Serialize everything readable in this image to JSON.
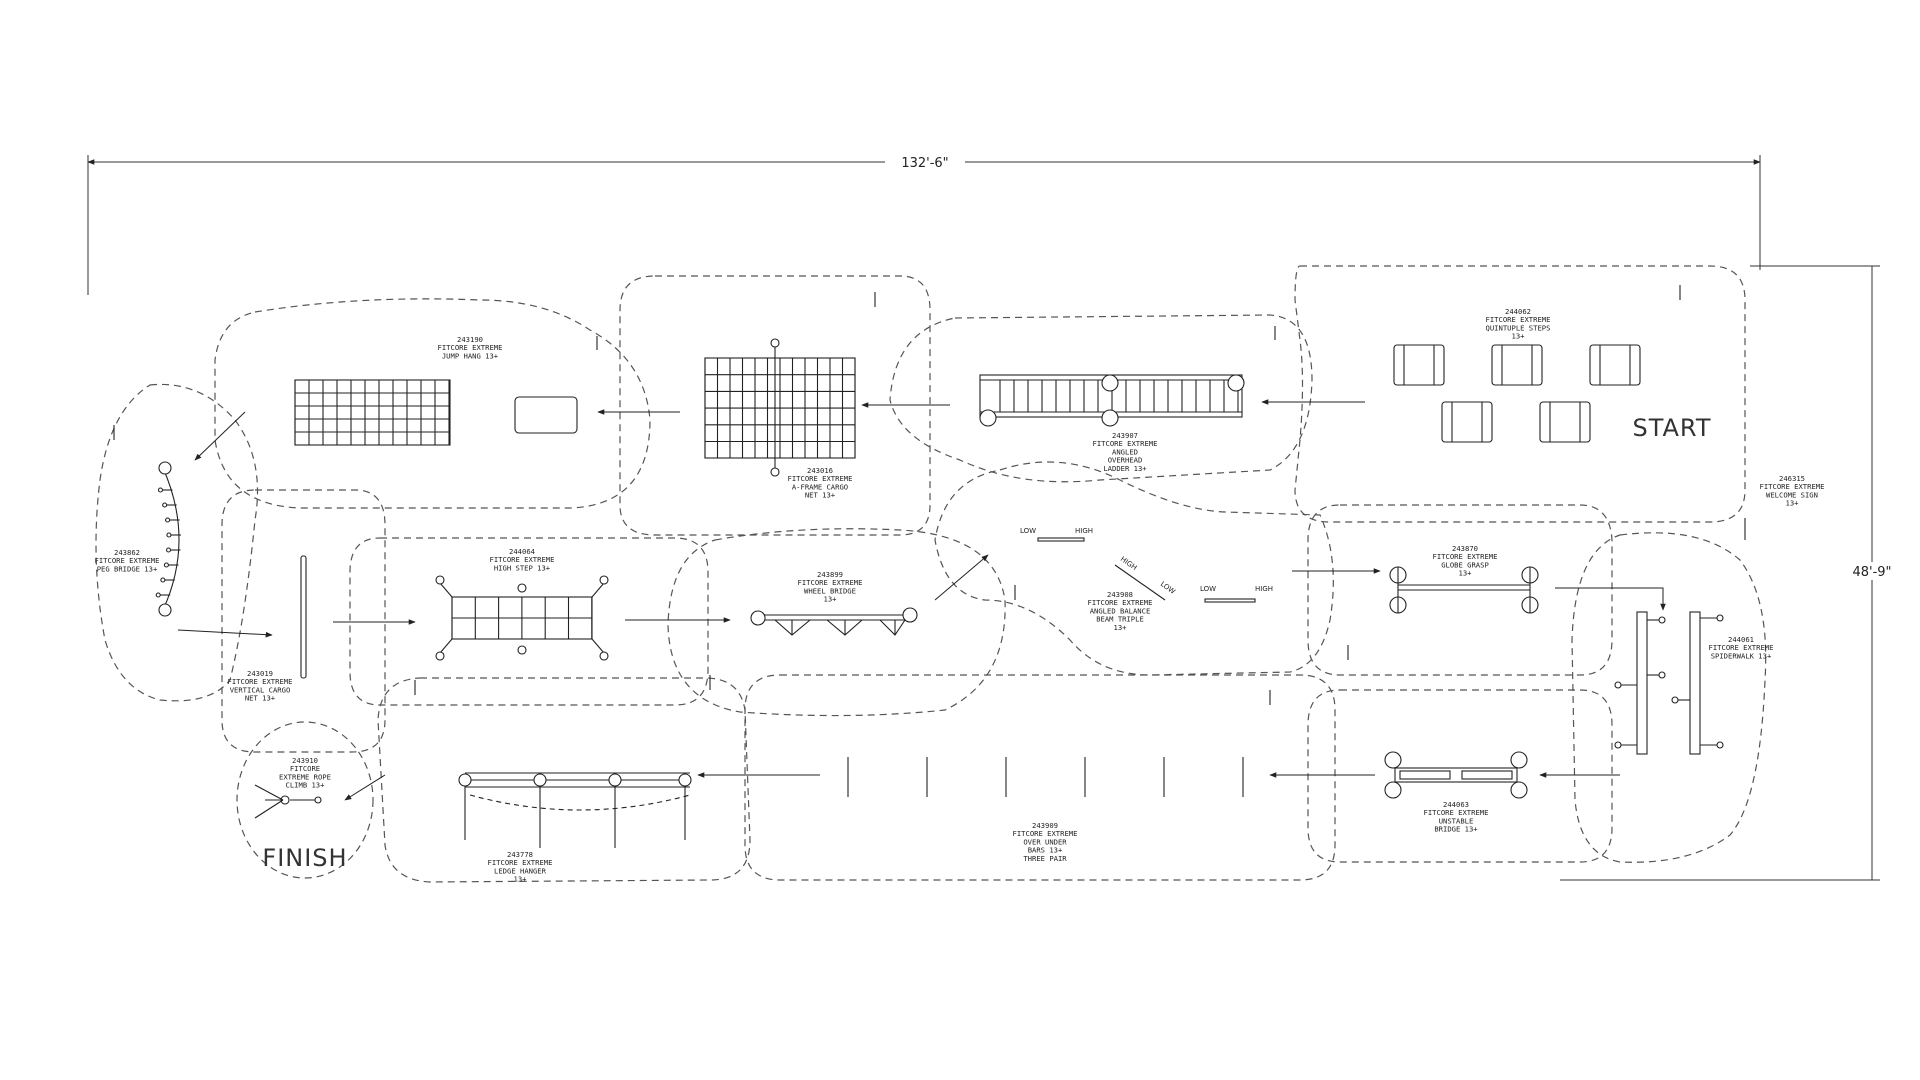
{
  "dimensions": {
    "width": "132'-6\"",
    "depth": "48'-9\""
  },
  "markers": {
    "start": "START",
    "finish": "FINISH"
  },
  "stations": [
    {
      "id": "quintuple_steps",
      "lines": [
        "244062",
        "FITCORE EXTREME",
        "QUINTUPLE STEPS",
        "13+"
      ]
    },
    {
      "id": "overhead_ladder",
      "lines": [
        "243907",
        "FITCORE EXTREME",
        "ANGLED",
        "OVERHEAD",
        "LADDER 13+"
      ]
    },
    {
      "id": "aframe_cargo",
      "lines": [
        "243016",
        "FITCORE EXTREME",
        "A-FRAME CARGO",
        "NET 13+"
      ]
    },
    {
      "id": "jump_hang",
      "lines": [
        "243190",
        "FITCORE EXTREME",
        "JUMP HANG 13+"
      ]
    },
    {
      "id": "peg_bridge",
      "lines": [
        "243862",
        "FITCORE EXTREME",
        "PEG BRIDGE 13+"
      ]
    },
    {
      "id": "vertical_cargo",
      "lines": [
        "243019",
        "FITCORE EXTREME",
        "VERTICAL CARGO",
        "NET 13+"
      ]
    },
    {
      "id": "high_step",
      "lines": [
        "244064",
        "FITCORE EXTREME",
        "HIGH STEP 13+"
      ]
    },
    {
      "id": "wheel_bridge",
      "lines": [
        "243899",
        "FITCORE EXTREME",
        "WHEEL BRIDGE",
        "13+"
      ]
    },
    {
      "id": "balance_beam",
      "lines": [
        "243908",
        "FITCORE EXTREME",
        "ANGLED BALANCE",
        "BEAM TRIPLE",
        "13+"
      ]
    },
    {
      "id": "globe_grasp",
      "lines": [
        "243870",
        "FITCORE EXTREME",
        "GLOBE GRASP",
        "13+"
      ]
    },
    {
      "id": "welcome_sign",
      "lines": [
        "246315",
        "FITCORE EXTREME",
        "WELCOME SIGN",
        "13+"
      ]
    },
    {
      "id": "spiderwalk",
      "lines": [
        "244061",
        "FITCORE EXTREME",
        "SPIDERWALK 13+"
      ]
    },
    {
      "id": "unstable_bridge",
      "lines": [
        "244063",
        "FITCORE EXTREME",
        "UNSTABLE",
        "BRIDGE 13+"
      ]
    },
    {
      "id": "over_under_bars",
      "lines": [
        "243909",
        "FITCORE EXTREME",
        "OVER UNDER",
        "BARS 13+",
        "THREE PAIR"
      ]
    },
    {
      "id": "ledge_hanger",
      "lines": [
        "243778",
        "FITCORE EXTREME",
        "LEDGE HANGER",
        "13+"
      ]
    },
    {
      "id": "rope_climb",
      "lines": [
        "243910",
        "FITCORE",
        "EXTREME ROPE",
        "CLIMB 13+"
      ]
    }
  ],
  "beam_labels": {
    "low": "LOW",
    "high": "HIGH"
  }
}
